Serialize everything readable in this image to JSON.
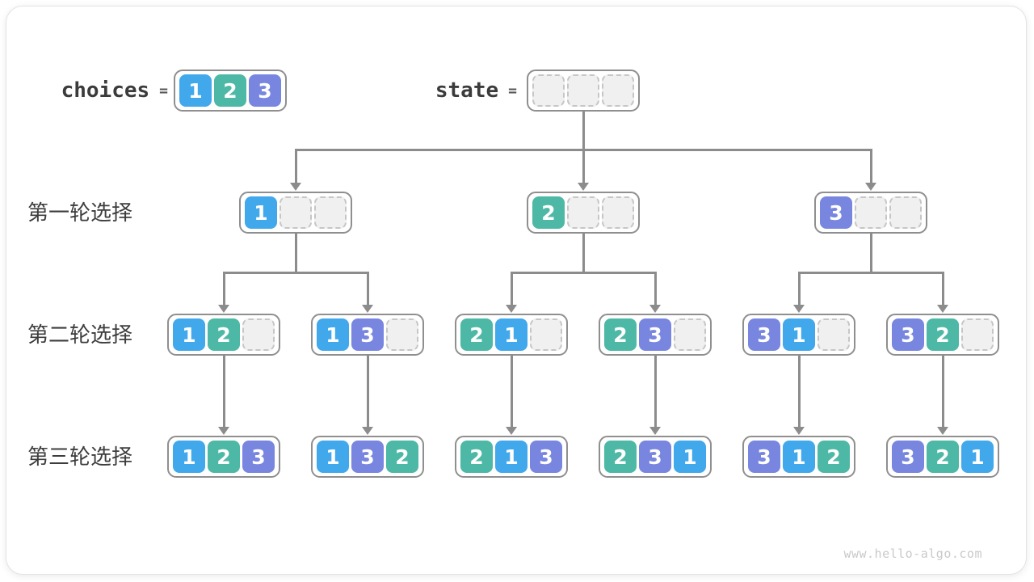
{
  "header": {
    "choices_label": "choices",
    "equals": "=",
    "choices_values": [
      1,
      2,
      3
    ],
    "state_label": "state",
    "state_values": [
      null,
      null,
      null
    ]
  },
  "rounds": [
    {
      "label": "第一轮选择",
      "nodes": [
        [
          1,
          null,
          null
        ],
        [
          2,
          null,
          null
        ],
        [
          3,
          null,
          null
        ]
      ]
    },
    {
      "label": "第二轮选择",
      "nodes": [
        [
          1,
          2,
          null
        ],
        [
          1,
          3,
          null
        ],
        [
          2,
          1,
          null
        ],
        [
          2,
          3,
          null
        ],
        [
          3,
          1,
          null
        ],
        [
          3,
          2,
          null
        ]
      ]
    },
    {
      "label": "第三轮选择",
      "nodes": [
        [
          1,
          2,
          3
        ],
        [
          1,
          3,
          2
        ],
        [
          2,
          1,
          3
        ],
        [
          2,
          3,
          1
        ],
        [
          3,
          1,
          2
        ],
        [
          3,
          2,
          1
        ]
      ]
    }
  ],
  "palette": {
    "1": "#41a8ec",
    "2": "#4db8a5",
    "3": "#7886e0",
    "empty_fill": "#f0f0f0",
    "empty_border": "#c6c6c6",
    "node_border": "#8f8f8f",
    "arrow": "#8c8c8c"
  },
  "watermark": "www.hello-algo.com"
}
